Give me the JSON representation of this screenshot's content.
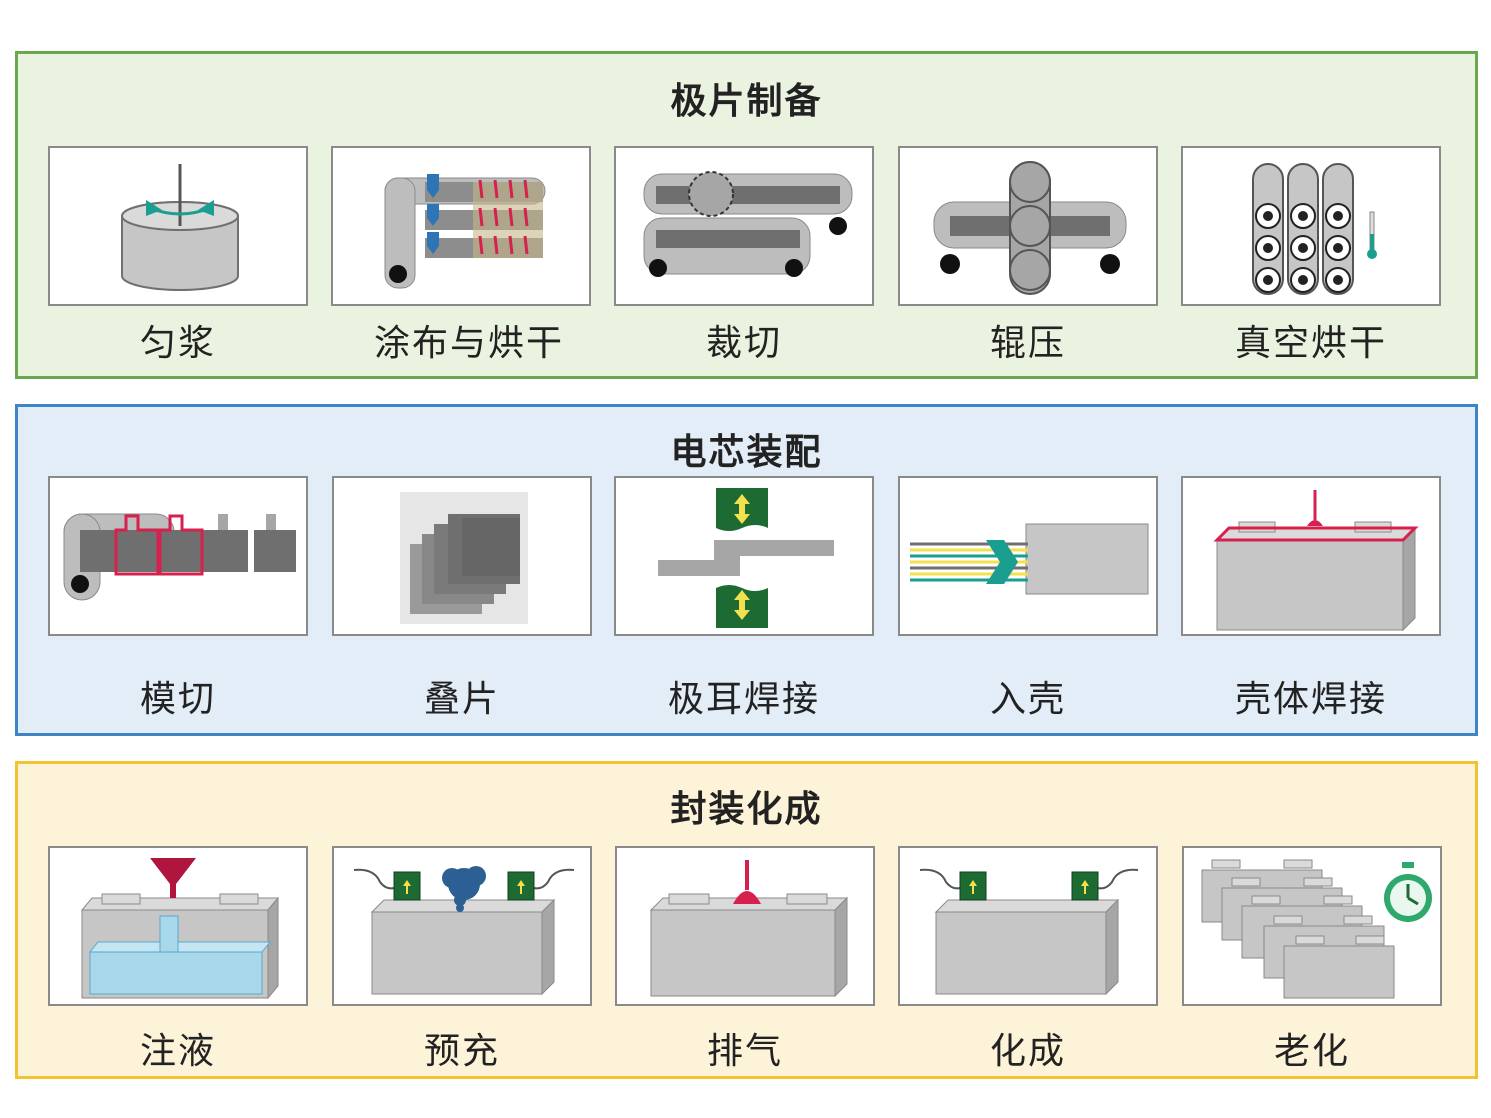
{
  "sections": [
    {
      "title": "极片制备",
      "border": "#6aa84f",
      "fill": "#eaf3e0",
      "steps": [
        {
          "label": "匀浆",
          "icon": "mixer-icon"
        },
        {
          "label": "涂布与烘干",
          "icon": "coating-icon"
        },
        {
          "label": "裁切",
          "icon": "slitting-icon"
        },
        {
          "label": "辊压",
          "icon": "roller-press-icon"
        },
        {
          "label": "真空烘干",
          "icon": "vacuum-dry-icon"
        }
      ]
    },
    {
      "title": "电芯装配",
      "border": "#3d85c6",
      "fill": "#e2edf7",
      "steps": [
        {
          "label": "模切",
          "icon": "die-cut-icon"
        },
        {
          "label": "叠片",
          "icon": "stacking-icon"
        },
        {
          "label": "极耳焊接",
          "icon": "tab-welding-icon"
        },
        {
          "label": "入壳",
          "icon": "casing-icon"
        },
        {
          "label": "壳体焊接",
          "icon": "case-welding-icon"
        }
      ]
    },
    {
      "title": "封装化成",
      "border": "#f1c232",
      "fill": "#fdf3d9",
      "steps": [
        {
          "label": "注液",
          "icon": "electrolyte-fill-icon"
        },
        {
          "label": "预充",
          "icon": "pre-charge-icon"
        },
        {
          "label": "排气",
          "icon": "degassing-icon"
        },
        {
          "label": "化成",
          "icon": "formation-icon"
        },
        {
          "label": "老化",
          "icon": "aging-icon"
        }
      ]
    }
  ],
  "colors": {
    "gray_light": "#c8c8c8",
    "gray_mid": "#a6a6a6",
    "gray_dark": "#6f6f6f",
    "teal": "#1a9e8f",
    "red": "#d6204e",
    "blue": "#2e75b6",
    "green_dark": "#1d6b33",
    "yellow": "#f4e04d",
    "liquid": "#a8d8ea",
    "clock_green": "#2ea86b"
  }
}
